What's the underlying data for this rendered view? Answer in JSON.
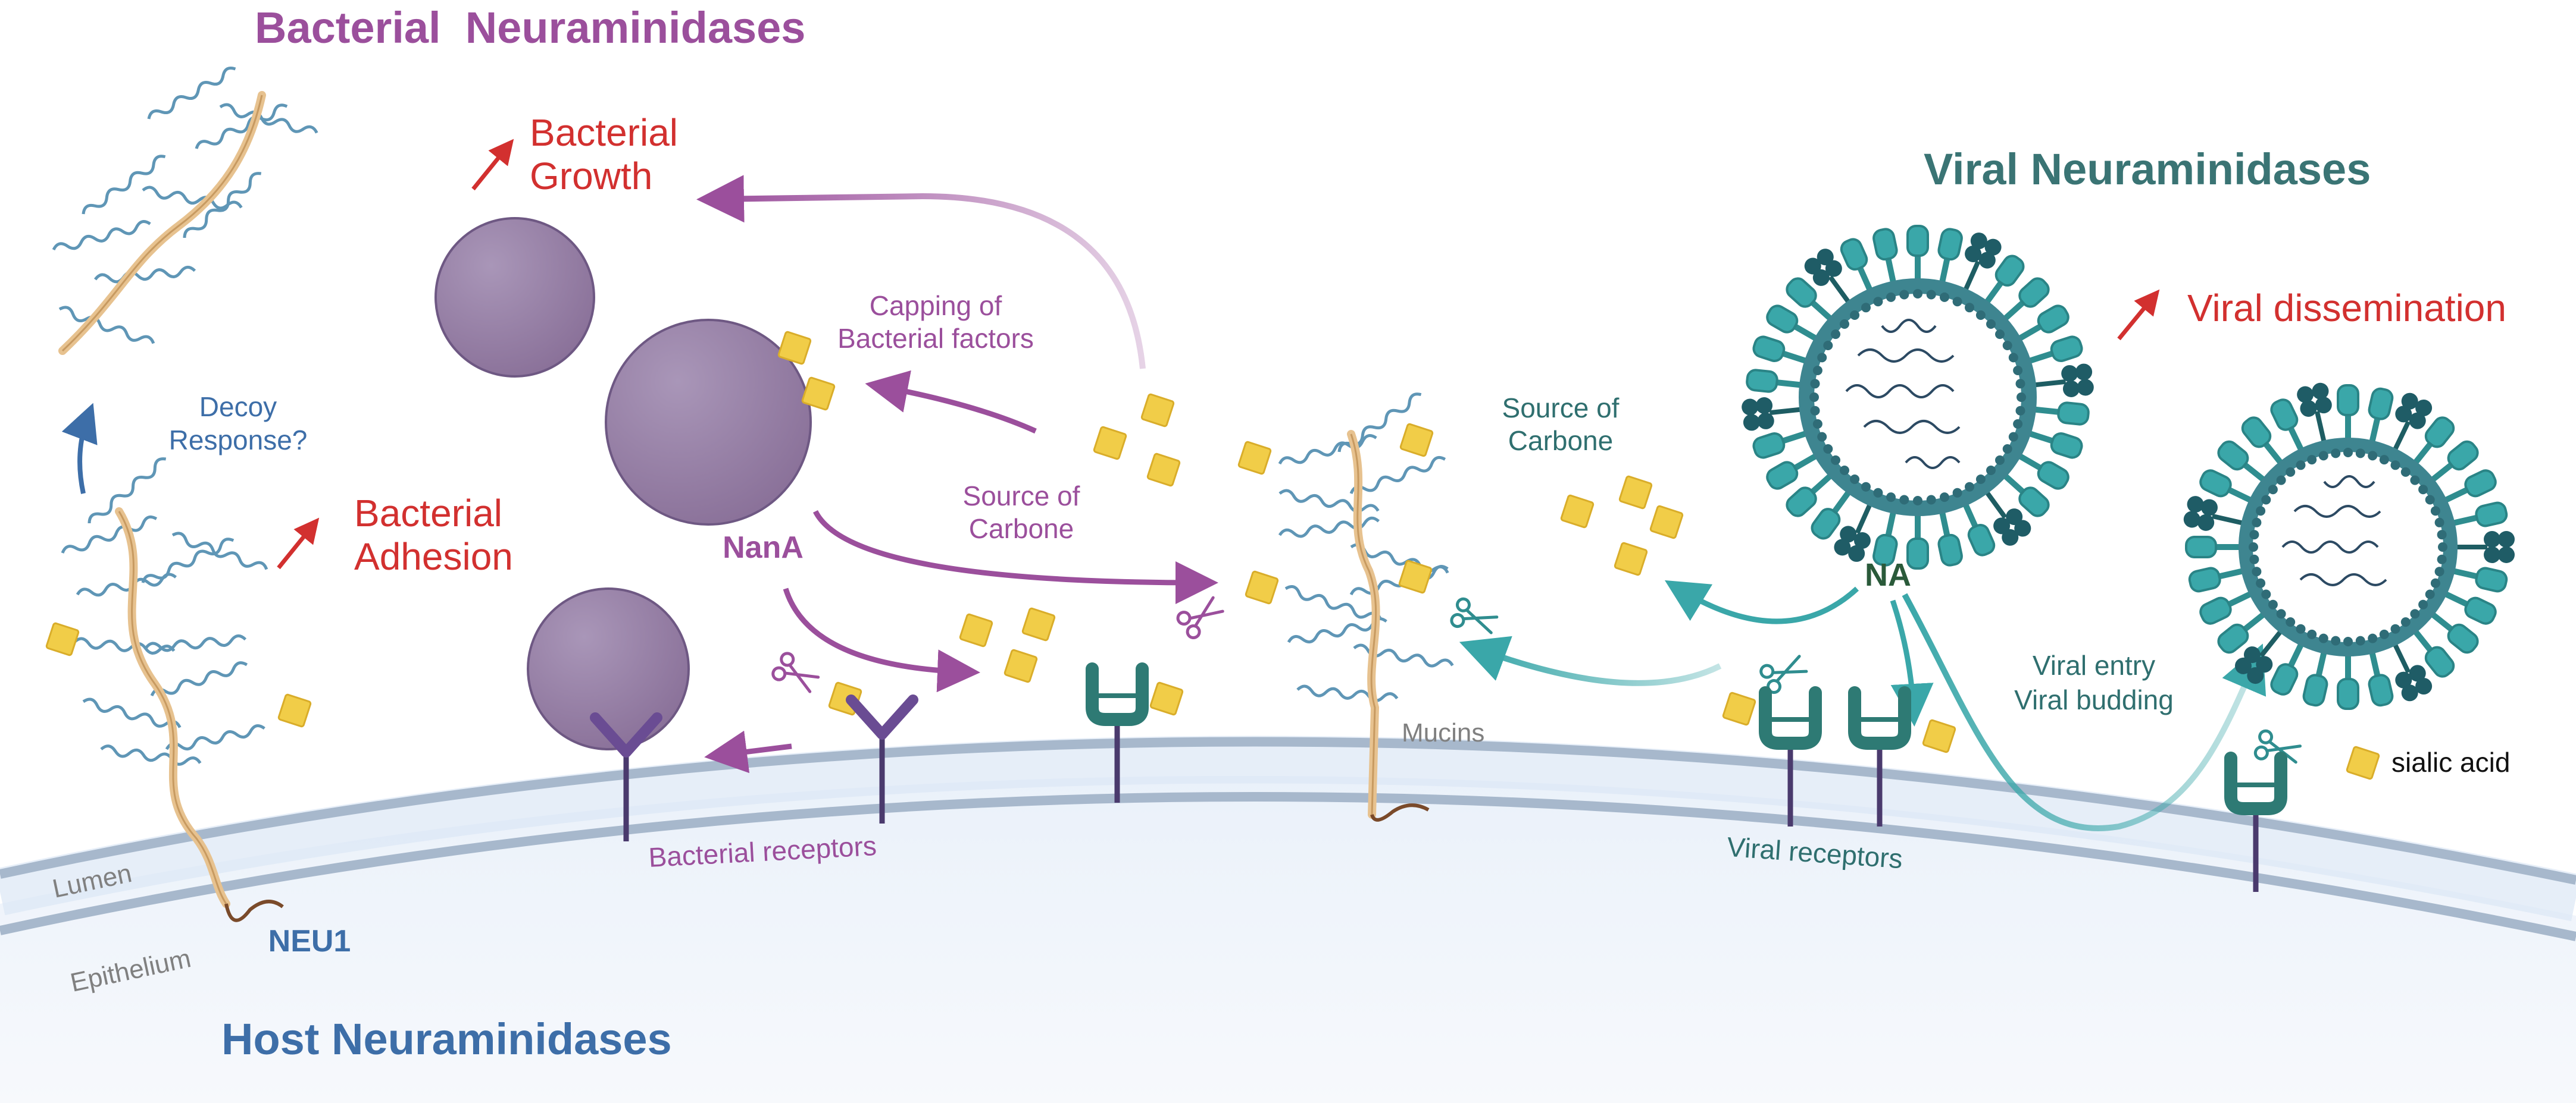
{
  "titles": {
    "bacterial": "Bacterial  Neuraminidases",
    "viral": "Viral Neuraminidases",
    "host": "Host Neuraminidases"
  },
  "outcomes": {
    "bacterial_growth": [
      "Bacterial",
      "Growth"
    ],
    "bacterial_adhesion": [
      "Bacterial",
      "Adhesion"
    ],
    "viral_dissemination": "Viral dissemination"
  },
  "labels": {
    "capping": [
      "Capping of",
      "Bacterial factors"
    ],
    "source_bacterial": [
      "Source of",
      "Carbone"
    ],
    "source_viral": [
      "Source of",
      "Carbone"
    ],
    "decoy": [
      "Decoy",
      "Response?"
    ],
    "nana": "NanA",
    "na": "NA",
    "neu1": "NEU1",
    "mucins": "Mucins",
    "lumen": "Lumen",
    "epithelium": "Epithelium",
    "bacterial_receptors": "Bacterial receptors",
    "viral_receptors": "Viral receptors",
    "viral_entry": [
      "Viral entry",
      "Viral budding"
    ],
    "legend_sialic": "sialic acid"
  },
  "colors": {
    "bacterial": "#9b4f9c",
    "viral": "#2f6f6f",
    "host": "#3d6ea8",
    "outcome": "#d2302f",
    "sialic_acid": "#f1cd48",
    "bacterium": "#9b83ac",
    "membrane": "#b7c5d6"
  }
}
